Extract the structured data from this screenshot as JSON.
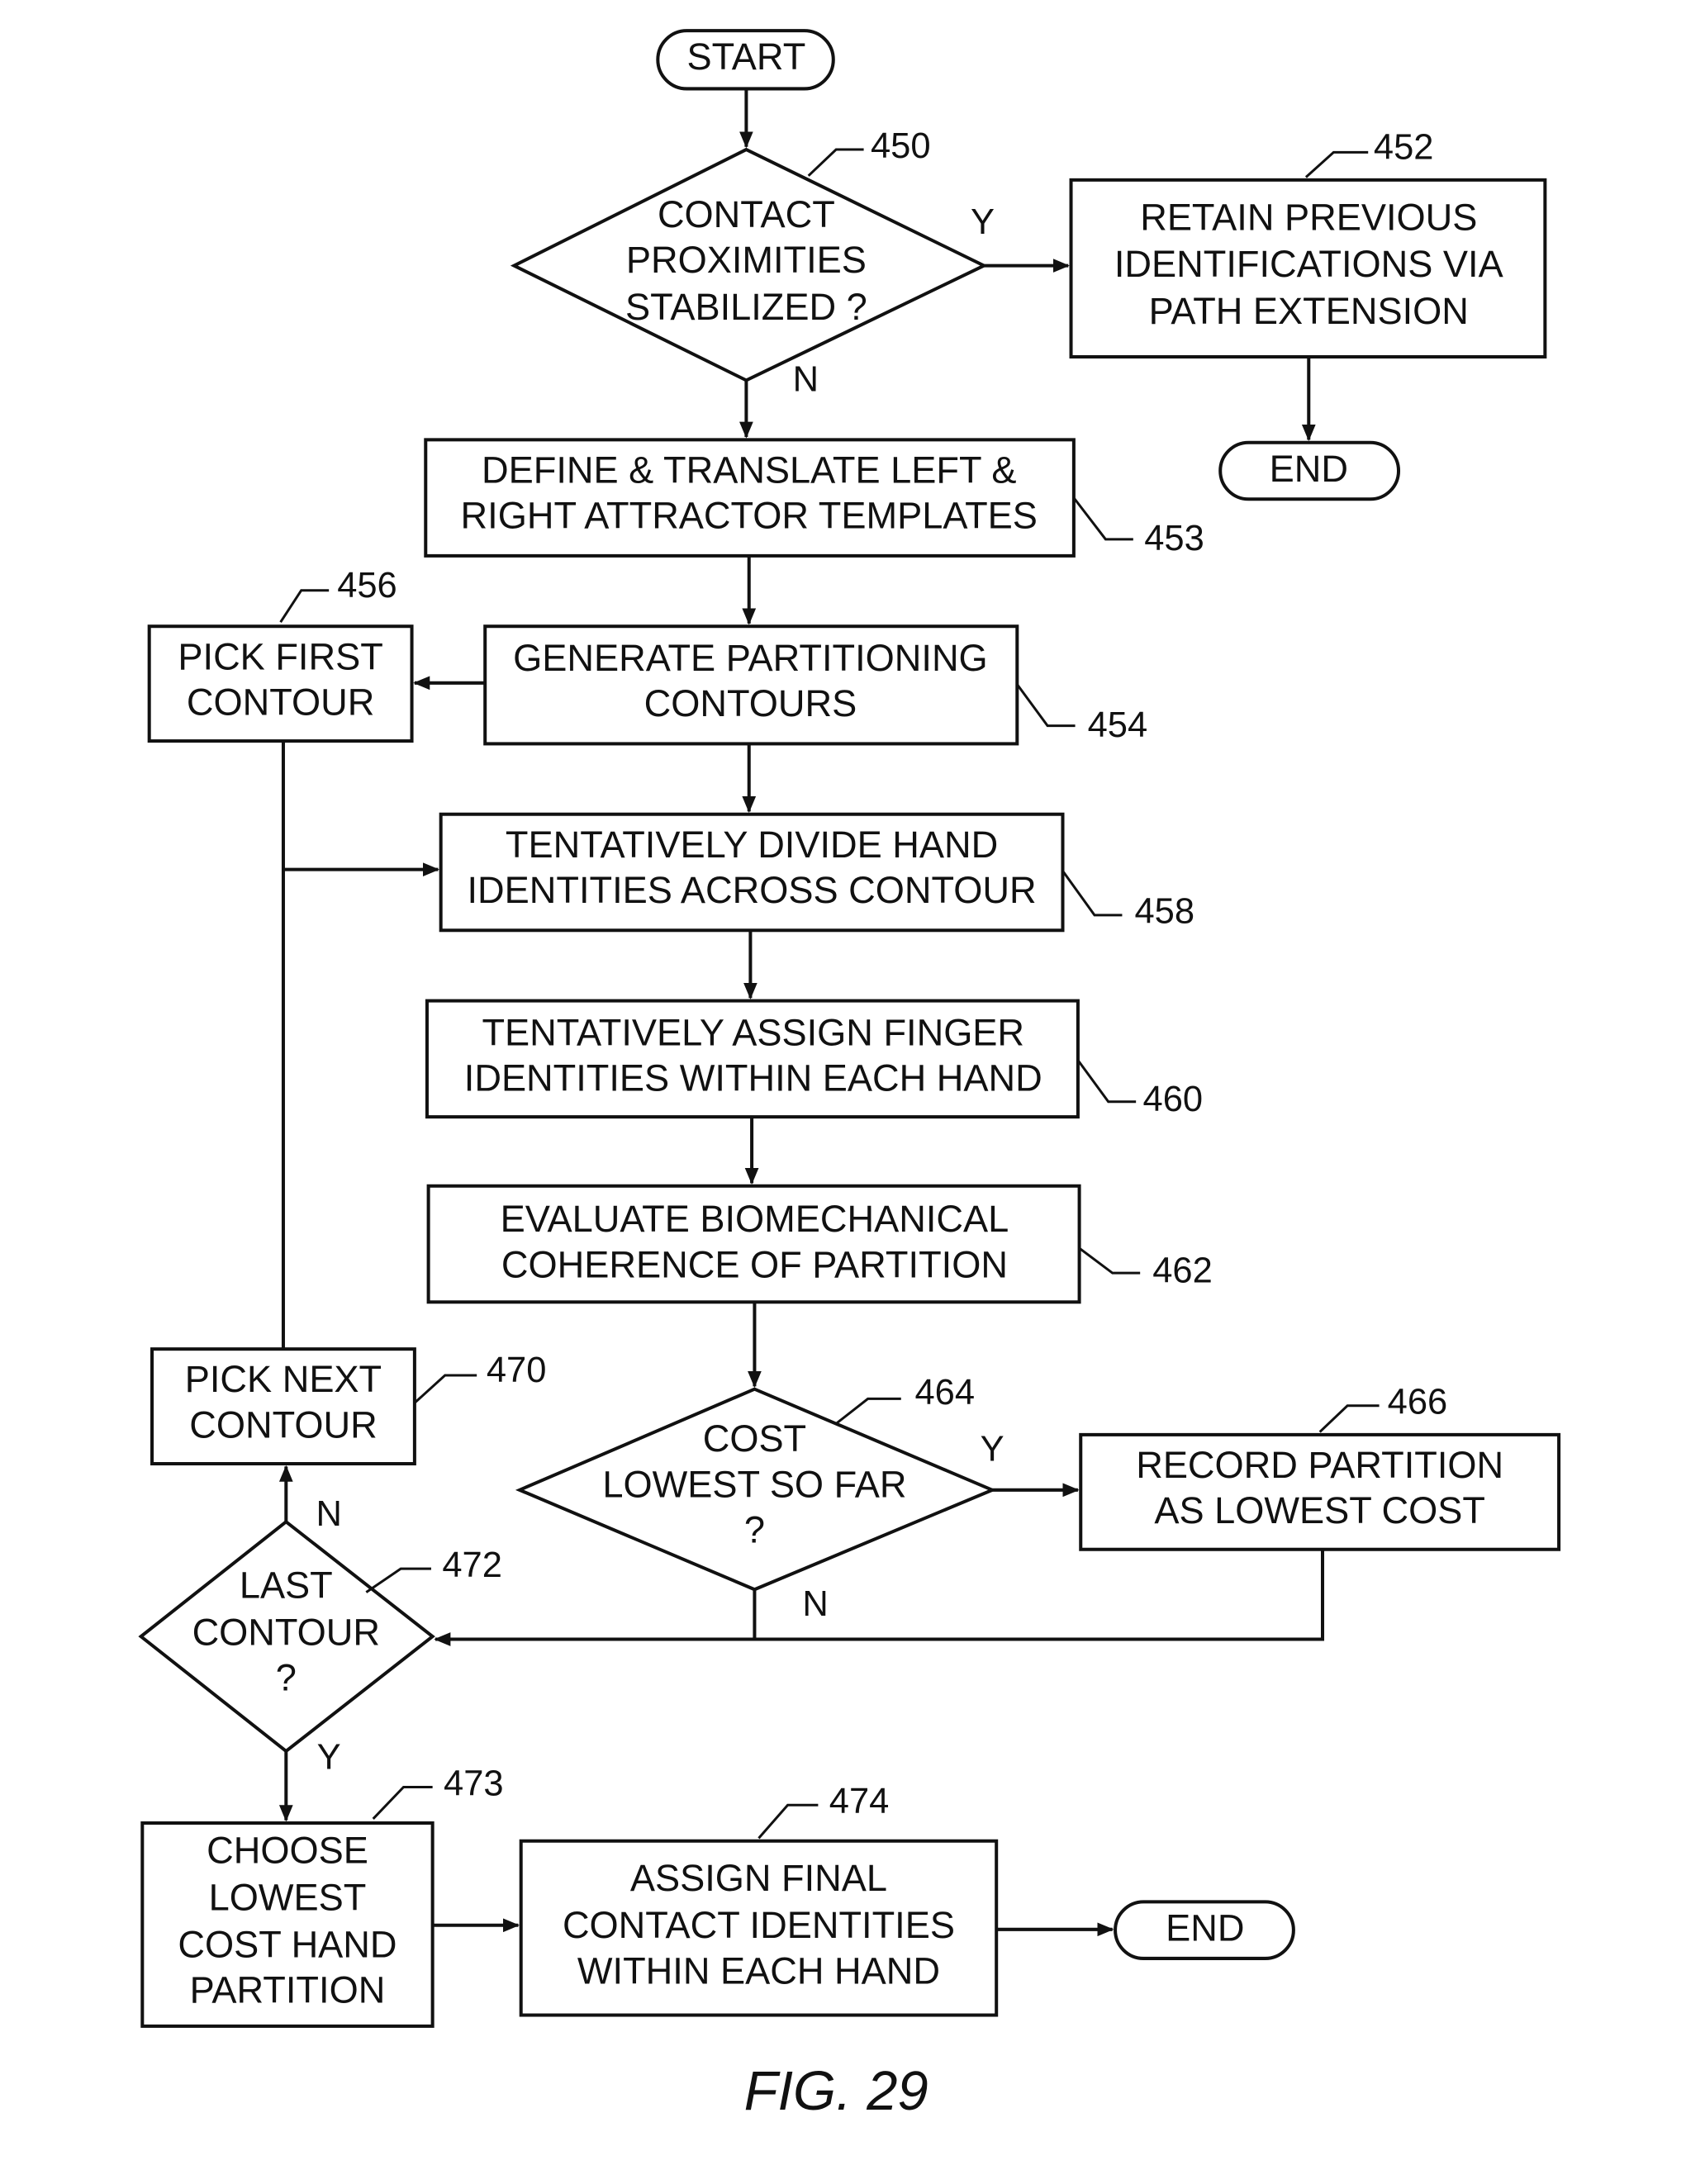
{
  "start": "START",
  "n450": {
    "lines": [
      "CONTACT",
      "PROXIMITIES",
      "STABILIZED ?"
    ],
    "ref": "450",
    "yes": "Y",
    "no": "N"
  },
  "n452": {
    "lines": [
      "RETAIN PREVIOUS",
      "IDENTIFICATIONS VIA",
      "PATH EXTENSION"
    ],
    "ref": "452"
  },
  "end1": "END",
  "n453": {
    "lines": [
      "DEFINE & TRANSLATE LEFT &",
      "RIGHT ATTRACTOR TEMPLATES"
    ],
    "ref": "453"
  },
  "n454": {
    "lines": [
      "GENERATE PARTITIONING",
      "CONTOURS"
    ],
    "ref": "454"
  },
  "n456": {
    "lines": [
      "PICK FIRST",
      "CONTOUR"
    ],
    "ref": "456"
  },
  "n458": {
    "lines": [
      "TENTATIVELY DIVIDE HAND",
      "IDENTITIES ACROSS CONTOUR"
    ],
    "ref": "458"
  },
  "n460": {
    "lines": [
      "TENTATIVELY ASSIGN FINGER",
      "IDENTITIES WITHIN EACH HAND"
    ],
    "ref": "460"
  },
  "n462": {
    "lines": [
      "EVALUATE BIOMECHANICAL",
      "COHERENCE OF PARTITION"
    ],
    "ref": "462"
  },
  "n464": {
    "lines": [
      "COST",
      "LOWEST SO FAR",
      "?"
    ],
    "ref": "464",
    "yes": "Y",
    "no": "N"
  },
  "n466": {
    "lines": [
      "RECORD PARTITION",
      "AS LOWEST COST"
    ],
    "ref": "466"
  },
  "n470": {
    "lines": [
      "PICK NEXT",
      "CONTOUR"
    ],
    "ref": "470"
  },
  "n472": {
    "lines": [
      "LAST",
      "CONTOUR",
      "?"
    ],
    "ref": "472",
    "yes": "Y",
    "no": "N"
  },
  "n473": {
    "lines": [
      "CHOOSE",
      "LOWEST",
      "COST HAND",
      "PARTITION"
    ],
    "ref": "473"
  },
  "n474": {
    "lines": [
      "ASSIGN FINAL",
      "CONTACT IDENTITIES",
      "WITHIN EACH HAND"
    ],
    "ref": "474"
  },
  "end2": "END",
  "figure_label": "FIG. 29"
}
